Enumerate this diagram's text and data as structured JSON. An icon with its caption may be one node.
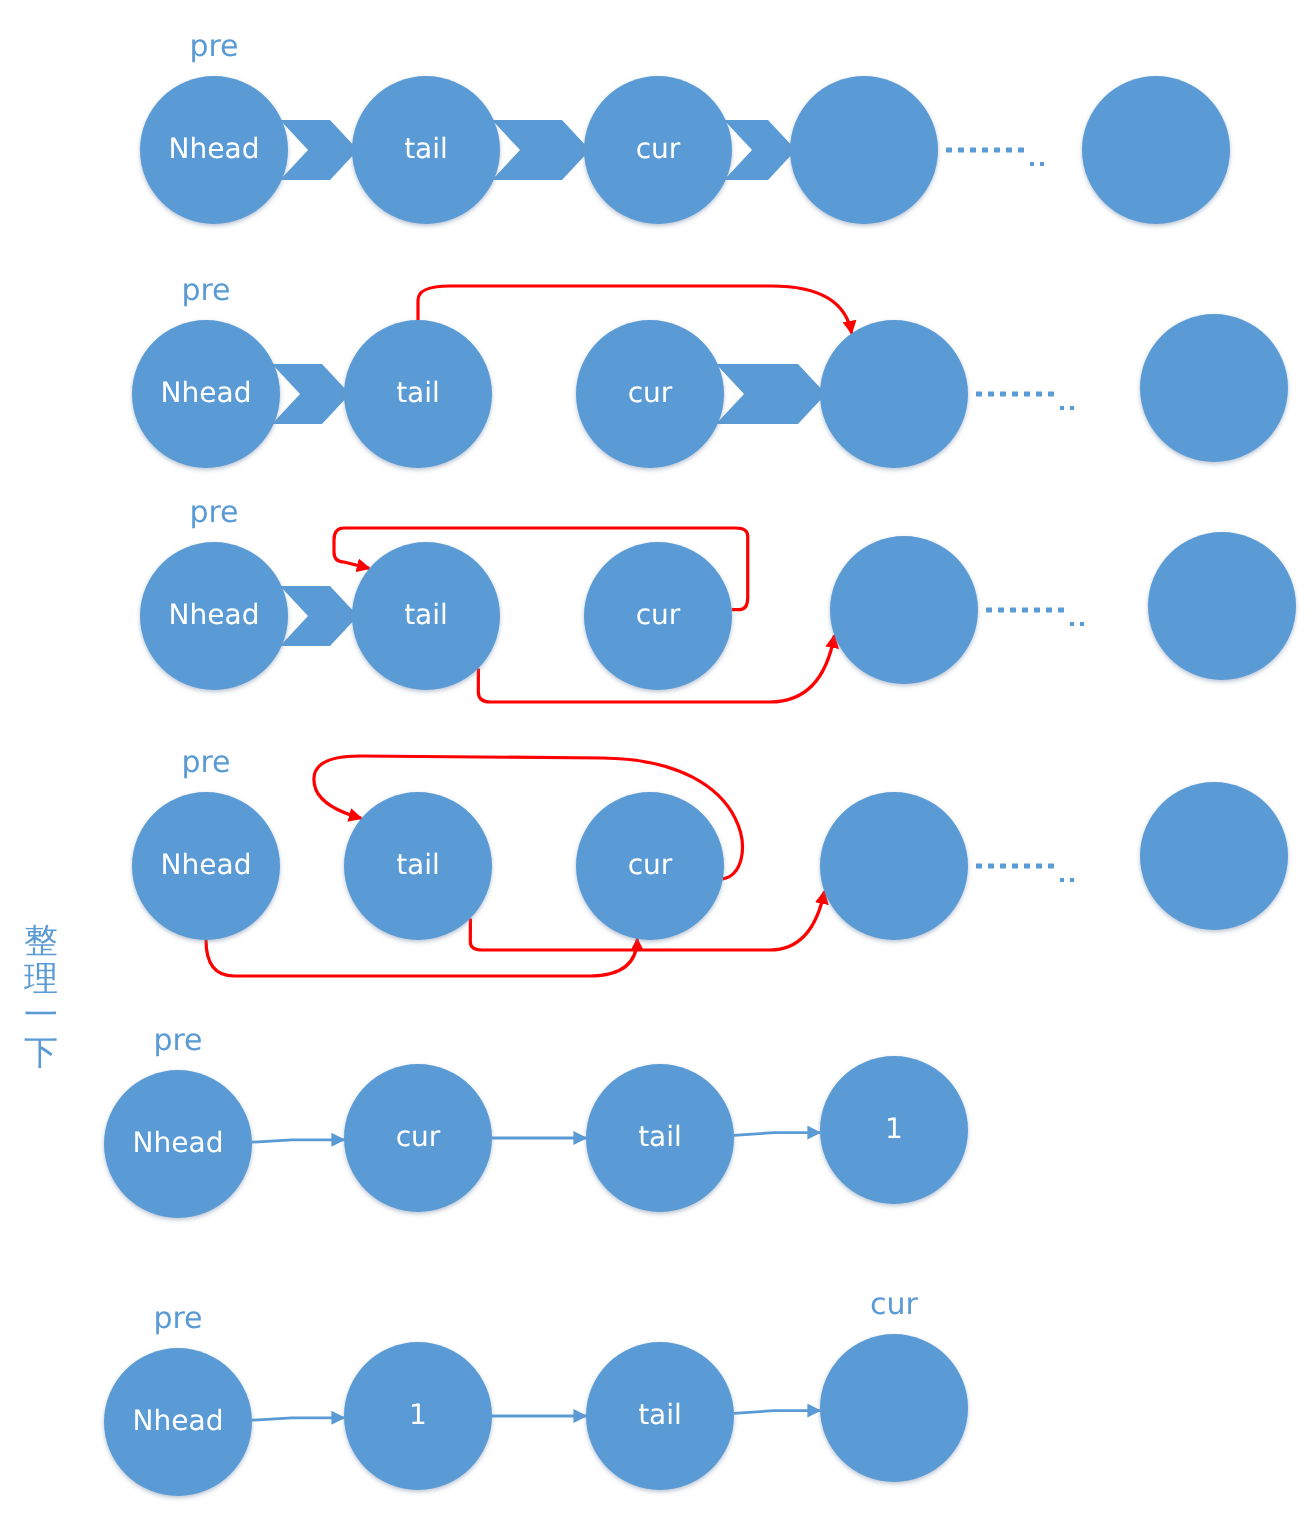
{
  "diagram": {
    "nodes": [
      {
        "text": [
          "Nhead"
        ],
        "beside": [
          "pre"
        ]
      },
      {
        "text": [
          "tail"
        ]
      },
      {
        "text": [
          "cur"
        ]
      },
      {
        "text": [],
        "shape": "circle"
      },
      {
        "text": [],
        "shape": "circle"
      },
      {
        "text": [
          "Nhead"
        ],
        "beside": [
          "pre"
        ]
      },
      {
        "text": [
          "tail"
        ]
      },
      {
        "text": [
          "cur"
        ]
      },
      {
        "text": [],
        "shape": "circle"
      },
      {
        "text": [],
        "shape": "circle"
      },
      {
        "text": [
          "Nhead"
        ],
        "beside": [
          "pre"
        ]
      },
      {
        "text": [
          "tail"
        ]
      },
      {
        "text": [
          "cur"
        ]
      },
      {
        "text": [],
        "shape": "circle"
      },
      {
        "text": [],
        "shape": "circle"
      },
      {
        "text": [
          "Nhead"
        ],
        "beside": [
          "pre"
        ]
      },
      {
        "text": [
          "tail"
        ]
      },
      {
        "text": [
          "cur"
        ]
      },
      {
        "text": [],
        "shape": "circle"
      },
      {
        "text": [],
        "shape": "circle"
      },
      {
        "text": [
          "Nhead"
        ],
        "beside": [
          "pre"
        ]
      },
      {
        "text": [
          "cur"
        ]
      },
      {
        "text": [
          "tail"
        ]
      },
      {
        "text": [
          "1"
        ]
      },
      {
        "text": [
          "Nhead"
        ],
        "beside": [
          "pre"
        ]
      },
      {
        "text": [
          "1"
        ]
      },
      {
        "text": [
          "tail"
        ]
      },
      {
        "text": [],
        "shape": "circle",
        "beside": [
          "cur"
        ]
      }
    ],
    "edges": [
      {
        "from": 0,
        "to": 1,
        "arrow": "to",
        "style": "thick"
      },
      {
        "from": 1,
        "to": 2,
        "arrow": "to",
        "style": "thick"
      },
      {
        "from": 2,
        "to": 3,
        "arrow": "to",
        "style": "thick"
      },
      {
        "from": 5,
        "to": 6,
        "arrow": "to",
        "style": "thick"
      },
      {
        "from": 6,
        "to": 8,
        "arrow": "to",
        "color": "#ff0000"
      },
      {
        "from": 7,
        "to": 8,
        "arrow": "to",
        "style": "thick"
      },
      {
        "from": 10,
        "to": 11,
        "arrow": "to",
        "style": "thick"
      },
      {
        "from": 12,
        "to": 11,
        "arrow": "to",
        "color": "#ff0000"
      },
      {
        "from": 11,
        "to": 13,
        "arrow": "to",
        "color": "#ff0000"
      },
      {
        "from": 17,
        "to": 16,
        "arrow": "to",
        "color": "#ff0000"
      },
      {
        "from": 16,
        "to": 18,
        "arrow": "to",
        "color": "#ff0000"
      },
      {
        "from": 15,
        "to": 17,
        "arrow": "to",
        "color": "#ff0000"
      },
      {
        "from": 20,
        "to": 21,
        "arrow": "to",
        "color": "#5b9bd5"
      },
      {
        "from": 21,
        "to": 22,
        "arrow": "to",
        "color": "#5b9bd5"
      },
      {
        "from": 22,
        "to": 23,
        "arrow": "to",
        "color": "#5b9bd5"
      },
      {
        "from": 24,
        "to": 25,
        "arrow": "to",
        "color": "#5b9bd5"
      },
      {
        "from": 25,
        "to": 26,
        "arrow": "to",
        "color": "#5b9bd5"
      },
      {
        "from": 26,
        "to": 27,
        "arrow": "to",
        "color": "#5b9bd5"
      }
    ],
    "labels": [
      "整理一下"
    ]
  }
}
